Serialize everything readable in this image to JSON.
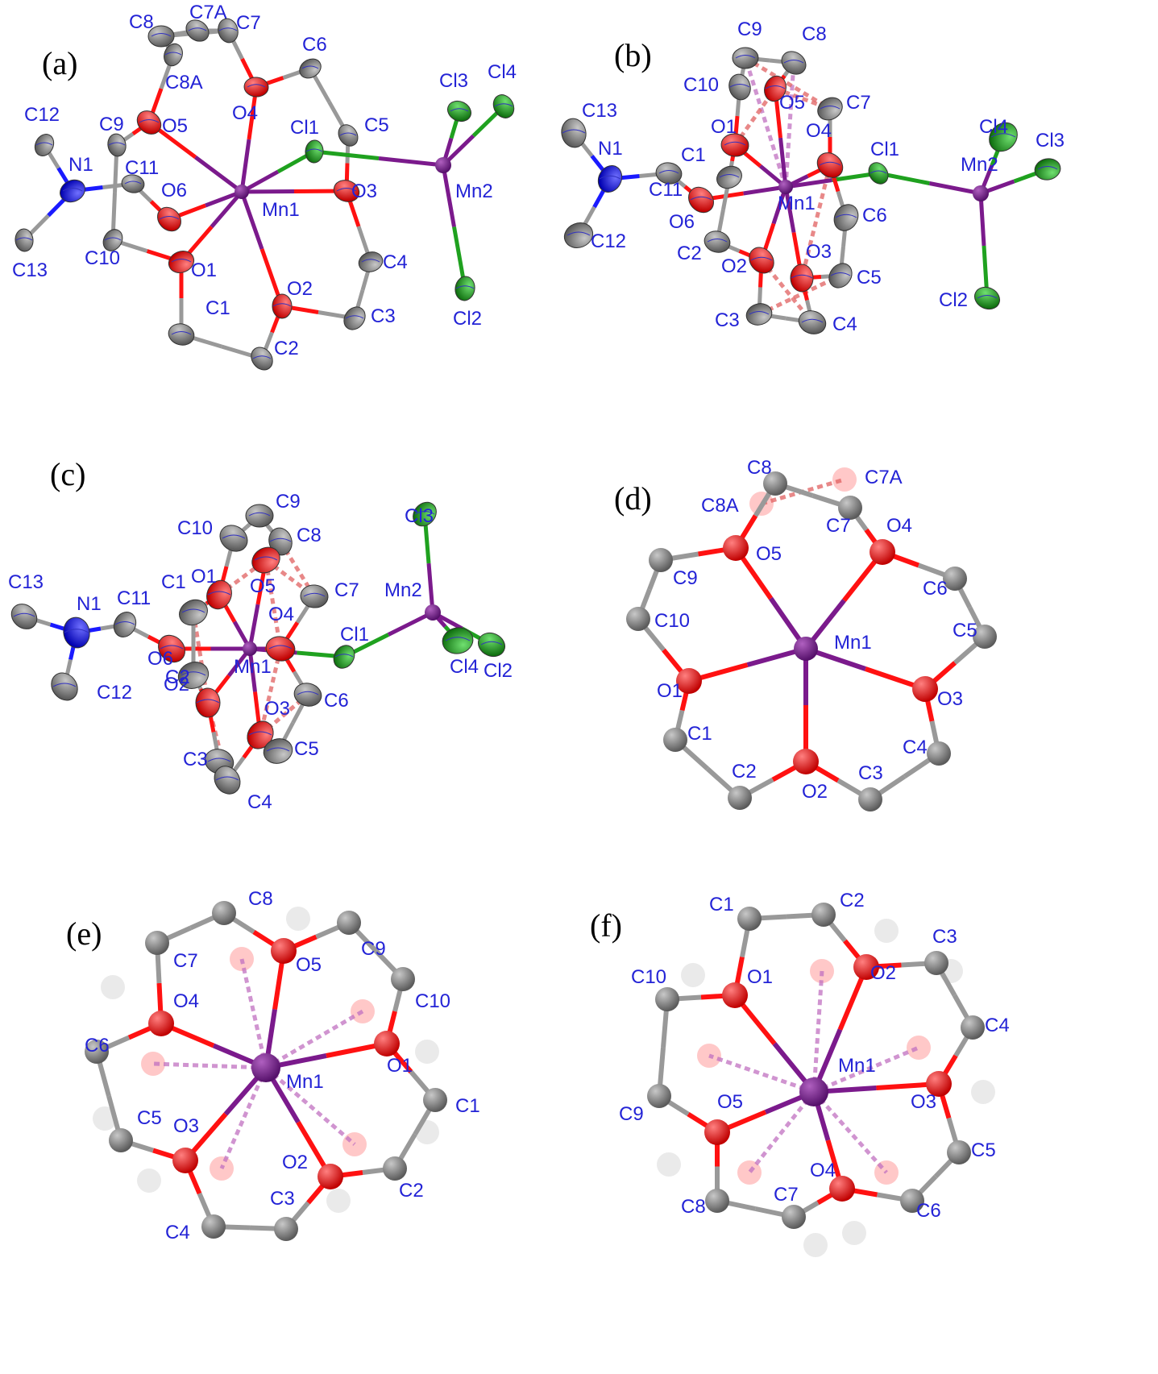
{
  "colors": {
    "carbon": "#8c8c8c",
    "oxygen": "#ff1111",
    "manganese": "#7b1a8c",
    "chlorine": "#1fa11f",
    "nitrogen": "#1a1aff",
    "label": "#2323d6"
  },
  "panels": [
    {
      "label": "(a)",
      "atoms": [
        {
          "id": "C8",
          "el": "C"
        },
        {
          "id": "C7A",
          "el": "C"
        },
        {
          "id": "C7",
          "el": "C"
        },
        {
          "id": "C8A",
          "el": "C"
        },
        {
          "id": "C6",
          "el": "C"
        },
        {
          "id": "O4",
          "el": "O"
        },
        {
          "id": "O5",
          "el": "O"
        },
        {
          "id": "C9",
          "el": "C"
        },
        {
          "id": "C12",
          "el": "C"
        },
        {
          "id": "N1",
          "el": "N"
        },
        {
          "id": "C11",
          "el": "C"
        },
        {
          "id": "O6",
          "el": "O"
        },
        {
          "id": "C13",
          "el": "C"
        },
        {
          "id": "C10",
          "el": "C"
        },
        {
          "id": "O1",
          "el": "O"
        },
        {
          "id": "C1",
          "el": "C"
        },
        {
          "id": "C2",
          "el": "C"
        },
        {
          "id": "O2",
          "el": "O"
        },
        {
          "id": "C3",
          "el": "C"
        },
        {
          "id": "C4",
          "el": "C"
        },
        {
          "id": "O3",
          "el": "O"
        },
        {
          "id": "C5",
          "el": "C"
        },
        {
          "id": "Cl1",
          "el": "Cl"
        },
        {
          "id": "Mn1",
          "el": "Mn"
        },
        {
          "id": "Mn2",
          "el": "Mn"
        },
        {
          "id": "Cl3",
          "el": "Cl"
        },
        {
          "id": "Cl4",
          "el": "Cl"
        },
        {
          "id": "Cl2",
          "el": "Cl"
        }
      ]
    },
    {
      "label": "(b)",
      "atoms": [
        {
          "id": "C9",
          "el": "C"
        },
        {
          "id": "C8",
          "el": "C"
        },
        {
          "id": "C10",
          "el": "C"
        },
        {
          "id": "O5",
          "el": "O"
        },
        {
          "id": "C7",
          "el": "C"
        },
        {
          "id": "O1",
          "el": "O"
        },
        {
          "id": "O4",
          "el": "O"
        },
        {
          "id": "C13",
          "el": "C"
        },
        {
          "id": "N1",
          "el": "N"
        },
        {
          "id": "C1",
          "el": "C"
        },
        {
          "id": "C11",
          "el": "C"
        },
        {
          "id": "O6",
          "el": "O"
        },
        {
          "id": "Mn1",
          "el": "Mn"
        },
        {
          "id": "C6",
          "el": "C"
        },
        {
          "id": "C12",
          "el": "C"
        },
        {
          "id": "C2",
          "el": "C"
        },
        {
          "id": "O2",
          "el": "O"
        },
        {
          "id": "O3",
          "el": "O"
        },
        {
          "id": "C5",
          "el": "C"
        },
        {
          "id": "C3",
          "el": "C"
        },
        {
          "id": "C4",
          "el": "C"
        },
        {
          "id": "Cl1",
          "el": "Cl"
        },
        {
          "id": "Mn2",
          "el": "Mn"
        },
        {
          "id": "Cl4",
          "el": "Cl"
        },
        {
          "id": "Cl3",
          "el": "Cl"
        },
        {
          "id": "Cl2",
          "el": "Cl"
        }
      ]
    },
    {
      "label": "(c)",
      "atoms": [
        {
          "id": "C9",
          "el": "C"
        },
        {
          "id": "C10",
          "el": "C"
        },
        {
          "id": "C8",
          "el": "C"
        },
        {
          "id": "O1",
          "el": "O"
        },
        {
          "id": "O5",
          "el": "O"
        },
        {
          "id": "C7",
          "el": "C"
        },
        {
          "id": "C13",
          "el": "C"
        },
        {
          "id": "N1",
          "el": "N"
        },
        {
          "id": "C11",
          "el": "C"
        },
        {
          "id": "C1",
          "el": "C"
        },
        {
          "id": "O4",
          "el": "O"
        },
        {
          "id": "O6",
          "el": "O"
        },
        {
          "id": "Mn1",
          "el": "Mn"
        },
        {
          "id": "Cl1",
          "el": "Cl"
        },
        {
          "id": "C2",
          "el": "C"
        },
        {
          "id": "C6",
          "el": "C"
        },
        {
          "id": "C12",
          "el": "C"
        },
        {
          "id": "O2",
          "el": "O"
        },
        {
          "id": "O3",
          "el": "O"
        },
        {
          "id": "C5",
          "el": "C"
        },
        {
          "id": "C3",
          "el": "C"
        },
        {
          "id": "C4",
          "el": "C"
        },
        {
          "id": "Mn2",
          "el": "Mn"
        },
        {
          "id": "Cl3",
          "el": "Cl"
        },
        {
          "id": "Cl4",
          "el": "Cl"
        },
        {
          "id": "Cl2",
          "el": "Cl"
        }
      ]
    },
    {
      "label": "(d)",
      "atoms": [
        {
          "id": "C8",
          "el": "C"
        },
        {
          "id": "C7A",
          "el": "C"
        },
        {
          "id": "C8A",
          "el": "C"
        },
        {
          "id": "C7",
          "el": "C"
        },
        {
          "id": "O5",
          "el": "O"
        },
        {
          "id": "O4",
          "el": "O"
        },
        {
          "id": "C9",
          "el": "C"
        },
        {
          "id": "C6",
          "el": "C"
        },
        {
          "id": "C10",
          "el": "C"
        },
        {
          "id": "Mn1",
          "el": "Mn"
        },
        {
          "id": "C5",
          "el": "C"
        },
        {
          "id": "O1",
          "el": "O"
        },
        {
          "id": "O3",
          "el": "O"
        },
        {
          "id": "C1",
          "el": "C"
        },
        {
          "id": "C4",
          "el": "C"
        },
        {
          "id": "C2",
          "el": "C"
        },
        {
          "id": "O2",
          "el": "O"
        },
        {
          "id": "C3",
          "el": "C"
        }
      ]
    },
    {
      "label": "(e)",
      "atoms": [
        {
          "id": "C8",
          "el": "C"
        },
        {
          "id": "C7",
          "el": "C"
        },
        {
          "id": "O5",
          "el": "O"
        },
        {
          "id": "C9",
          "el": "C"
        },
        {
          "id": "C10",
          "el": "C"
        },
        {
          "id": "O4",
          "el": "O"
        },
        {
          "id": "C6",
          "el": "C"
        },
        {
          "id": "Mn1",
          "el": "Mn"
        },
        {
          "id": "O1",
          "el": "O"
        },
        {
          "id": "C1",
          "el": "C"
        },
        {
          "id": "C5",
          "el": "C"
        },
        {
          "id": "O3",
          "el": "O"
        },
        {
          "id": "O2",
          "el": "O"
        },
        {
          "id": "C2",
          "el": "C"
        },
        {
          "id": "C4",
          "el": "C"
        },
        {
          "id": "C3",
          "el": "C"
        }
      ]
    },
    {
      "label": "(f)",
      "atoms": [
        {
          "id": "C1",
          "el": "C"
        },
        {
          "id": "C2",
          "el": "C"
        },
        {
          "id": "C3",
          "el": "C"
        },
        {
          "id": "C10",
          "el": "C"
        },
        {
          "id": "O1",
          "el": "O"
        },
        {
          "id": "O2",
          "el": "O"
        },
        {
          "id": "C4",
          "el": "C"
        },
        {
          "id": "Mn1",
          "el": "Mn"
        },
        {
          "id": "O3",
          "el": "O"
        },
        {
          "id": "C9",
          "el": "C"
        },
        {
          "id": "O5",
          "el": "O"
        },
        {
          "id": "C5",
          "el": "C"
        },
        {
          "id": "O4",
          "el": "O"
        },
        {
          "id": "C8",
          "el": "C"
        },
        {
          "id": "C7",
          "el": "C"
        },
        {
          "id": "C6",
          "el": "C"
        }
      ]
    }
  ]
}
